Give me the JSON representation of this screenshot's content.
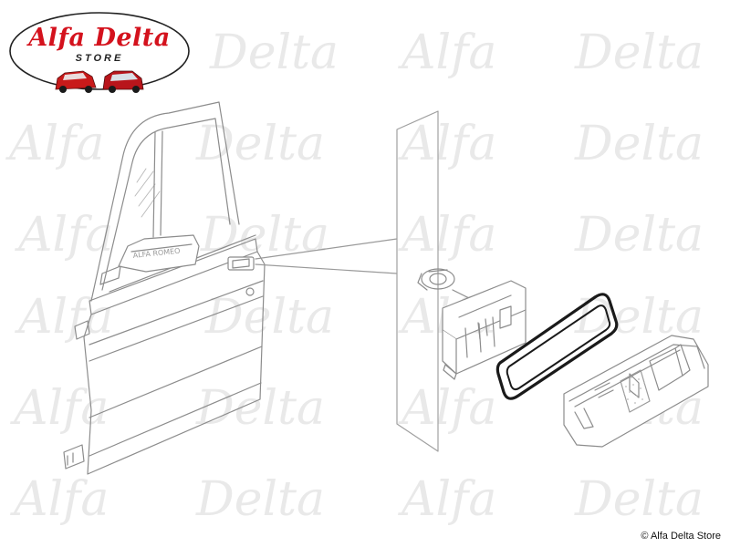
{
  "brand": {
    "name": "Alfa Delta",
    "subtitle": "STORE",
    "watermark_left": "Alfa",
    "watermark_right": "Delta",
    "accent": "#d4121d"
  },
  "diagram": {
    "door_badge": "ALFA ROMEO",
    "highlighted_part": "door-handle-gasket"
  },
  "footer": {
    "copyright": "© Alfa Delta Store"
  }
}
